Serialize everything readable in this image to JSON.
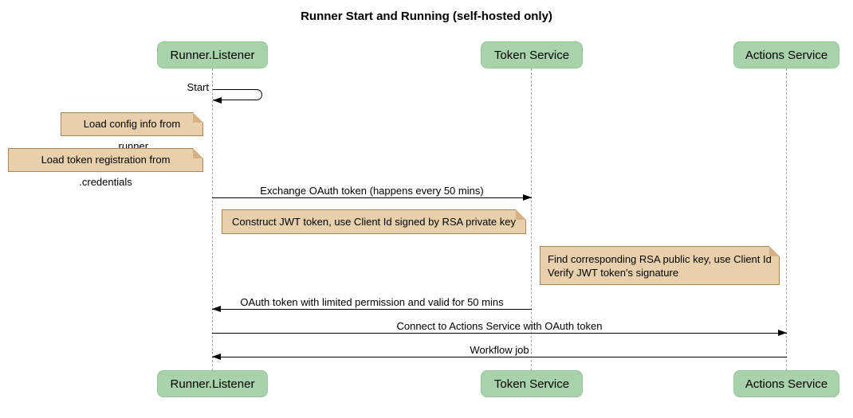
{
  "title": "Runner Start and Running (self-hosted only)",
  "participants": [
    {
      "name": "Runner.Listener"
    },
    {
      "name": "Token Service"
    },
    {
      "name": "Actions Service"
    }
  ],
  "messages": [
    {
      "label": "Start",
      "type": "self",
      "from": "Runner.Listener",
      "to": "Runner.Listener"
    },
    {
      "label": "Exchange OAuth token (happens every 50 mins)",
      "type": "solid-arrow",
      "from": "Runner.Listener",
      "to": "Token Service"
    },
    {
      "label": "OAuth token with limited permission and valid for 50 mins",
      "type": "solid-arrow",
      "from": "Token Service",
      "to": "Runner.Listener"
    },
    {
      "label": "Connect to Actions Service with OAuth token",
      "type": "solid-arrow",
      "from": "Runner.Listener",
      "to": "Actions Service"
    },
    {
      "label": "Workflow job",
      "type": "solid-arrow",
      "from": "Actions Service",
      "to": "Runner.Listener"
    }
  ],
  "notes": [
    {
      "text": "Load config info from .runner"
    },
    {
      "text": "Load token registration from .credentials"
    },
    {
      "text": "Construct JWT token, use Client Id signed by RSA private key"
    },
    {
      "text": "Find corresponding RSA public key, use Client Id\nVerify JWT token's signature"
    }
  ],
  "colors": {
    "actor_fill": "#a8d2aa",
    "actor_border": "#96c69a",
    "note_fill": "#e9d0ac",
    "note_border": "#ab8558",
    "note_fold": "#d5b282",
    "lifeline": "#a6a6a6",
    "message_line": "#000000"
  }
}
